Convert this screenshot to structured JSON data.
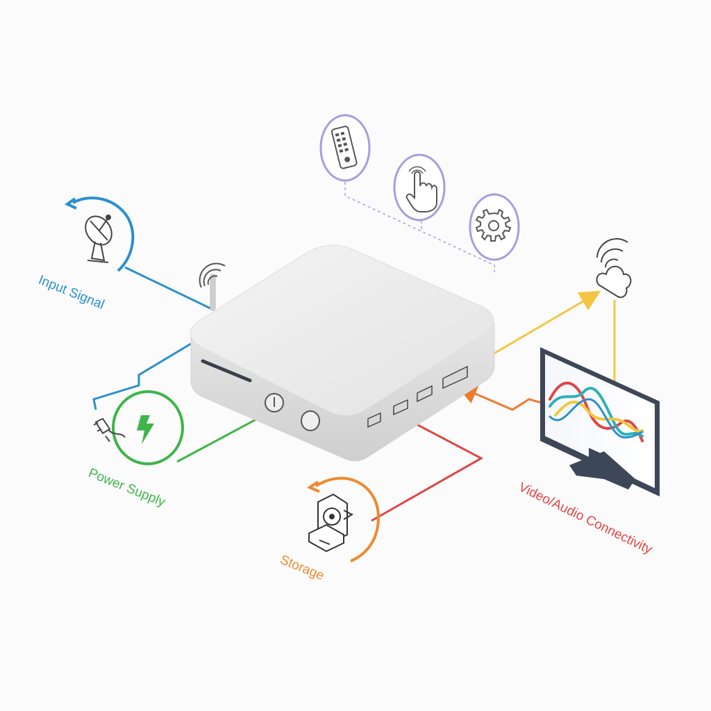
{
  "labels": {
    "input_signal": "Input Signal",
    "power_supply": "Power Supply",
    "storage": "Storage",
    "video_audio": "Video/Audio Connectivity"
  },
  "colors": {
    "input_signal": "#2a8fce",
    "power_supply": "#3db54a",
    "storage": "#ee8a2e",
    "video_audio": "#e04545",
    "network": "#f2c640",
    "controls": "#a99be0"
  },
  "icons": {
    "input": "satellite-dish-icon",
    "power": "power-plug-icon",
    "storage": "hard-drive-icon",
    "network": "cloud-wifi-icon",
    "display": "monitor-icon",
    "remote": "remote-control-icon",
    "touch": "touch-hand-icon",
    "settings": "gear-icon"
  }
}
